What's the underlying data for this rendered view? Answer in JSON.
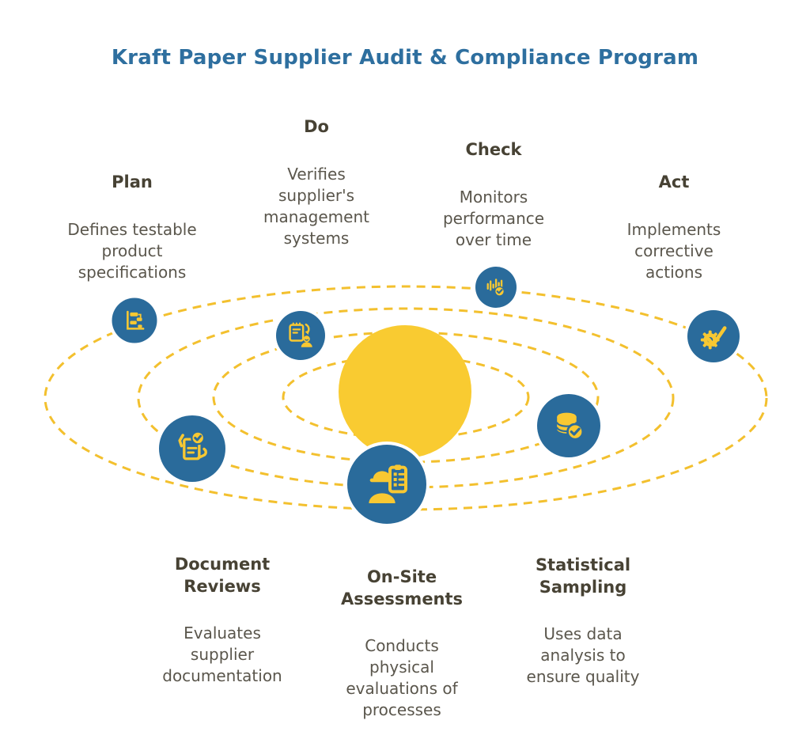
{
  "title": "Kraft Paper Supplier Audit & Compliance Program",
  "colors": {
    "blue": "#2a6b9b",
    "icon_yellow": "#f8c832",
    "sun_yellow": "#f9cb31",
    "dash_yellow": "#f3c02e",
    "title_blue": "#2e6f9f",
    "head_text": "#474234",
    "body_text": "#5a564c"
  },
  "stages": [
    {
      "id": "plan",
      "label": "Plan",
      "description": "Defines testable\nproduct\nspecifications",
      "icon": "gantt-chart-icon"
    },
    {
      "id": "do",
      "label": "Do",
      "description": "Verifies\nsupplier's\nmanagement\nsystems",
      "icon": "clipboard-person-icon"
    },
    {
      "id": "check",
      "label": "Check",
      "description": "Monitors\nperformance\nover time",
      "icon": "bar-chart-check-icon"
    },
    {
      "id": "act",
      "label": "Act",
      "description": "Implements\ncorrective\nactions",
      "icon": "gear-check-icon"
    }
  ],
  "methods": [
    {
      "id": "document-reviews",
      "label": "Document\nReviews",
      "description": "Evaluates\nsupplier\ndocumentation",
      "icon": "document-check-icon"
    },
    {
      "id": "on-site-assessments",
      "label": "On-Site\nAssessments",
      "description": "Conducts\nphysical\nevaluations of\nprocesses",
      "icon": "worker-clipboard-icon"
    },
    {
      "id": "statistical-sampling",
      "label": "Statistical\nSampling",
      "description": "Uses data\nanalysis to\nensure quality",
      "icon": "database-check-icon"
    }
  ]
}
